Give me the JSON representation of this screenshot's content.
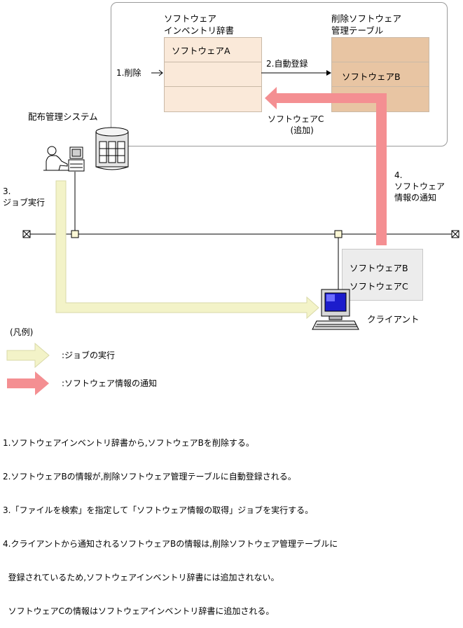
{
  "panel": {
    "inventory_title_line1": "ソフトウェア",
    "inventory_title_line2": "インベントリ辞書",
    "inventory_rows": [
      "ソフトウェアA",
      "",
      ""
    ],
    "deleted_title_line1": "削除ソフトウェア",
    "deleted_title_line2": "管理テーブル",
    "deleted_rows": [
      "",
      "ソフトウェアB",
      ""
    ]
  },
  "steps": {
    "step1": "1.削除",
    "step2": "2.自動登録",
    "step3_line1": "3.",
    "step3_line2": "ジョブ実行",
    "step4_line1": "4.",
    "step4_line2": "ソフトウェア",
    "step4_line3": "情報の通知",
    "added_line1": "ソフトウェアC",
    "added_line2": "(追加)"
  },
  "system_label": "配布管理システム",
  "client": {
    "label": "クライアント",
    "software": [
      "ソフトウェアB",
      "ソフトウェアC"
    ]
  },
  "legend": {
    "title": "(凡例)",
    "job": ":ジョブの実行",
    "notify": ":ソフトウェア情報の通知"
  },
  "notes": [
    "1.ソフトウェアインベントリ辞書から,ソフトウェアBを削除する。",
    "2.ソフトウェアBの情報が,削除ソフトウェア管理テーブルに自動登録される。",
    "3.「ファイルを検索」を指定して「ソフトウェア情報の取得」ジョブを実行する。",
    "4.クライアントから通知されるソフトウェアBの情報は,削除ソフトウェア管理テーブルに",
    "  登録されているため,ソフトウェアインベントリ辞書には追加されない。",
    "  ソフトウェアCの情報はソフトウェアインベントリ辞書に追加される。"
  ],
  "colors": {
    "job_arrow": "#f3f3c8",
    "job_arrow_border": "#d9d9a8",
    "notify_arrow": "#f48f92",
    "inventory_fill": "#fae9d9",
    "deleted_fill": "#e8c5a3"
  },
  "icons": [
    "operator-icon",
    "server-icon",
    "client-pc-icon",
    "network-terminator-icon",
    "network-node-icon"
  ]
}
